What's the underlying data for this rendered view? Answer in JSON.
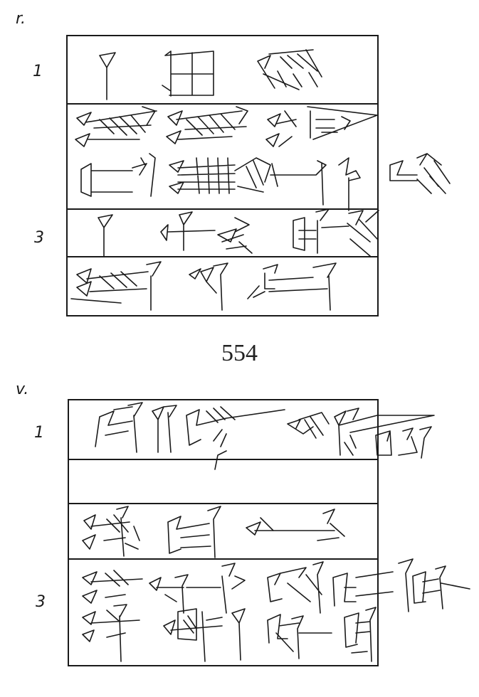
{
  "tablet_number": "554",
  "obverse": {
    "side_label": "r.",
    "line_numbers": [
      "1",
      "3"
    ]
  },
  "reverse": {
    "side_label": "v.",
    "line_numbers": [
      "1",
      "3"
    ]
  },
  "ink_color": "#1a1a1a",
  "background": "#ffffff"
}
